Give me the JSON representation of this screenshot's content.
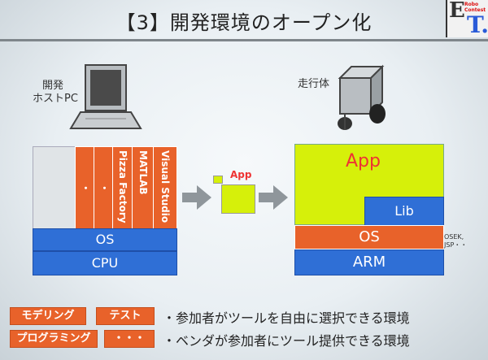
{
  "title": "【3】開発環境のオープン化",
  "logo": {
    "text_e": "E",
    "text_t": "T.",
    "sub": "Robo Contest"
  },
  "host": {
    "label_line1": "開発",
    "label_line2": "ホストPC",
    "tools": [
      "Visual Studio",
      "MATLAB",
      "Pizza Factory",
      "・",
      "・"
    ],
    "os_label": "OS",
    "cpu_label": "CPU"
  },
  "middle": {
    "app_label": "App"
  },
  "vehicle": {
    "label": "走行体",
    "app_label": "App",
    "lib_label": "Lib",
    "os_label": "OS",
    "arm_label": "ARM",
    "os_note": "OSEK, JSP・・"
  },
  "tags": [
    "モデリング",
    "テスト",
    "プログラミング",
    "・・・"
  ],
  "bullets": [
    "・参加者がツールを自由に選択できる環境",
    "・ベンダが参加者にツール提供できる環境"
  ],
  "colors": {
    "orange": "#e8622a",
    "blue": "#2f6fd6",
    "lime": "#d6f00a"
  }
}
